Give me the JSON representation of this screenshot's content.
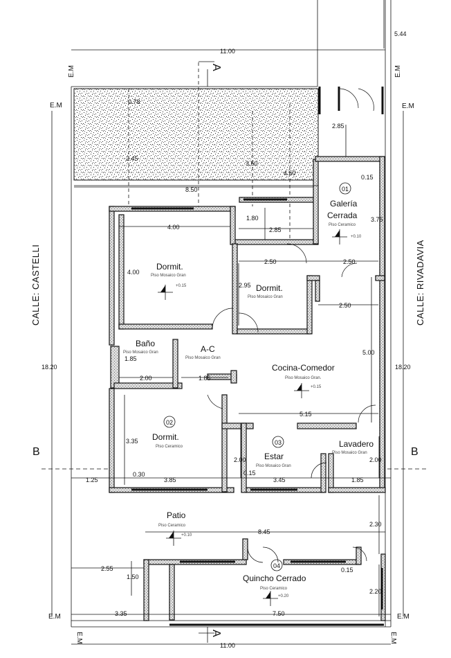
{
  "streets": {
    "left": "CALLE: CASTELLI",
    "right": "CALLE: RIVADAVIA"
  },
  "section_marks": {
    "a_top": "A",
    "a_bottom": "A",
    "b_left": "B",
    "b_right": "B"
  },
  "em_labels": {
    "top_left_vertical": "E.M",
    "top_left": "E.M",
    "top_right_vertical": "E.M",
    "top_right": "E.M",
    "bottom_left": "E.M",
    "bottom_right": "E.M",
    "bottom_left_vertical": "E.M",
    "bottom_right_vertical": "E.M"
  },
  "rooms": {
    "galeria": {
      "number": "01",
      "name1": "Galería",
      "name2": "Cerrada",
      "floor": "Piso Ceramico",
      "level": "+0.10"
    },
    "dormit1": {
      "name": "Dormit.",
      "floor": "Piso Mosaico Gran",
      "level": "+0.15"
    },
    "dormit2": {
      "name": "Dormit.",
      "floor": "Piso Mosaico Gran"
    },
    "bano": {
      "name": "Baño",
      "floor": "Piso Mosaico Gran"
    },
    "ac": {
      "name": "A-C",
      "floor": "Piso Mosaico Gran"
    },
    "cocina": {
      "name": "Cocina-Comedor",
      "floor": "Piso Mosaico Gran.",
      "level": "+0.15"
    },
    "dormit3": {
      "number": "02",
      "name": "Dormit.",
      "floor": "Piso Ceramico"
    },
    "estar": {
      "number": "03",
      "name": "Estar",
      "floor": "Piso Mosaico Gran"
    },
    "lavadero": {
      "name": "Lavadero",
      "floor": "Piso Mosaico Gran"
    },
    "patio": {
      "name": "Patio",
      "floor": "Piso Ceramico",
      "level": "+0.10"
    },
    "quincho": {
      "number": "04",
      "name": "Quincho Cerrado",
      "floor": "Piso Ceramico",
      "level": "+0.20"
    }
  },
  "dimensions": {
    "top_width": "11.00",
    "bottom_width": "11.00",
    "right_top": "5.44",
    "d_078": "0.78",
    "d_285a": "2.85",
    "d_245": "2.45",
    "d_350": "3.50",
    "d_450": "4.50",
    "d_850": "8.50",
    "d_015a": "0.15",
    "d_180": "1.80",
    "d_375": "3.75",
    "d_400h": "4.00",
    "d_285b": "2.85",
    "d_400v": "4.00",
    "d_250a": "2.50",
    "d_250b": "2.50",
    "d_295": "2.95",
    "d_250c": "2.50",
    "d_185a": "1.85",
    "d_200a": "2.00",
    "d_185b": "1.85",
    "d_500": "5.00",
    "left_total": "18.20",
    "right_total": "18.20",
    "d_515": "5.15",
    "d_335": "3.35",
    "d_200b": "2.00",
    "d_200c": "2.00",
    "d_125": "1.25",
    "d_030": "0.30",
    "d_385": "3.85",
    "d_015b": "0.15",
    "d_345": "3.45",
    "d_185c": "1.85",
    "d_230": "2.30",
    "d_845": "8.45",
    "d_255": "2.55",
    "d_015c": "0.15",
    "d_150": "1.50",
    "d_220": "2.20",
    "d_335b": "3.35",
    "d_750": "7.50"
  },
  "colors": {
    "line": "#111111",
    "background": "#ffffff"
  }
}
